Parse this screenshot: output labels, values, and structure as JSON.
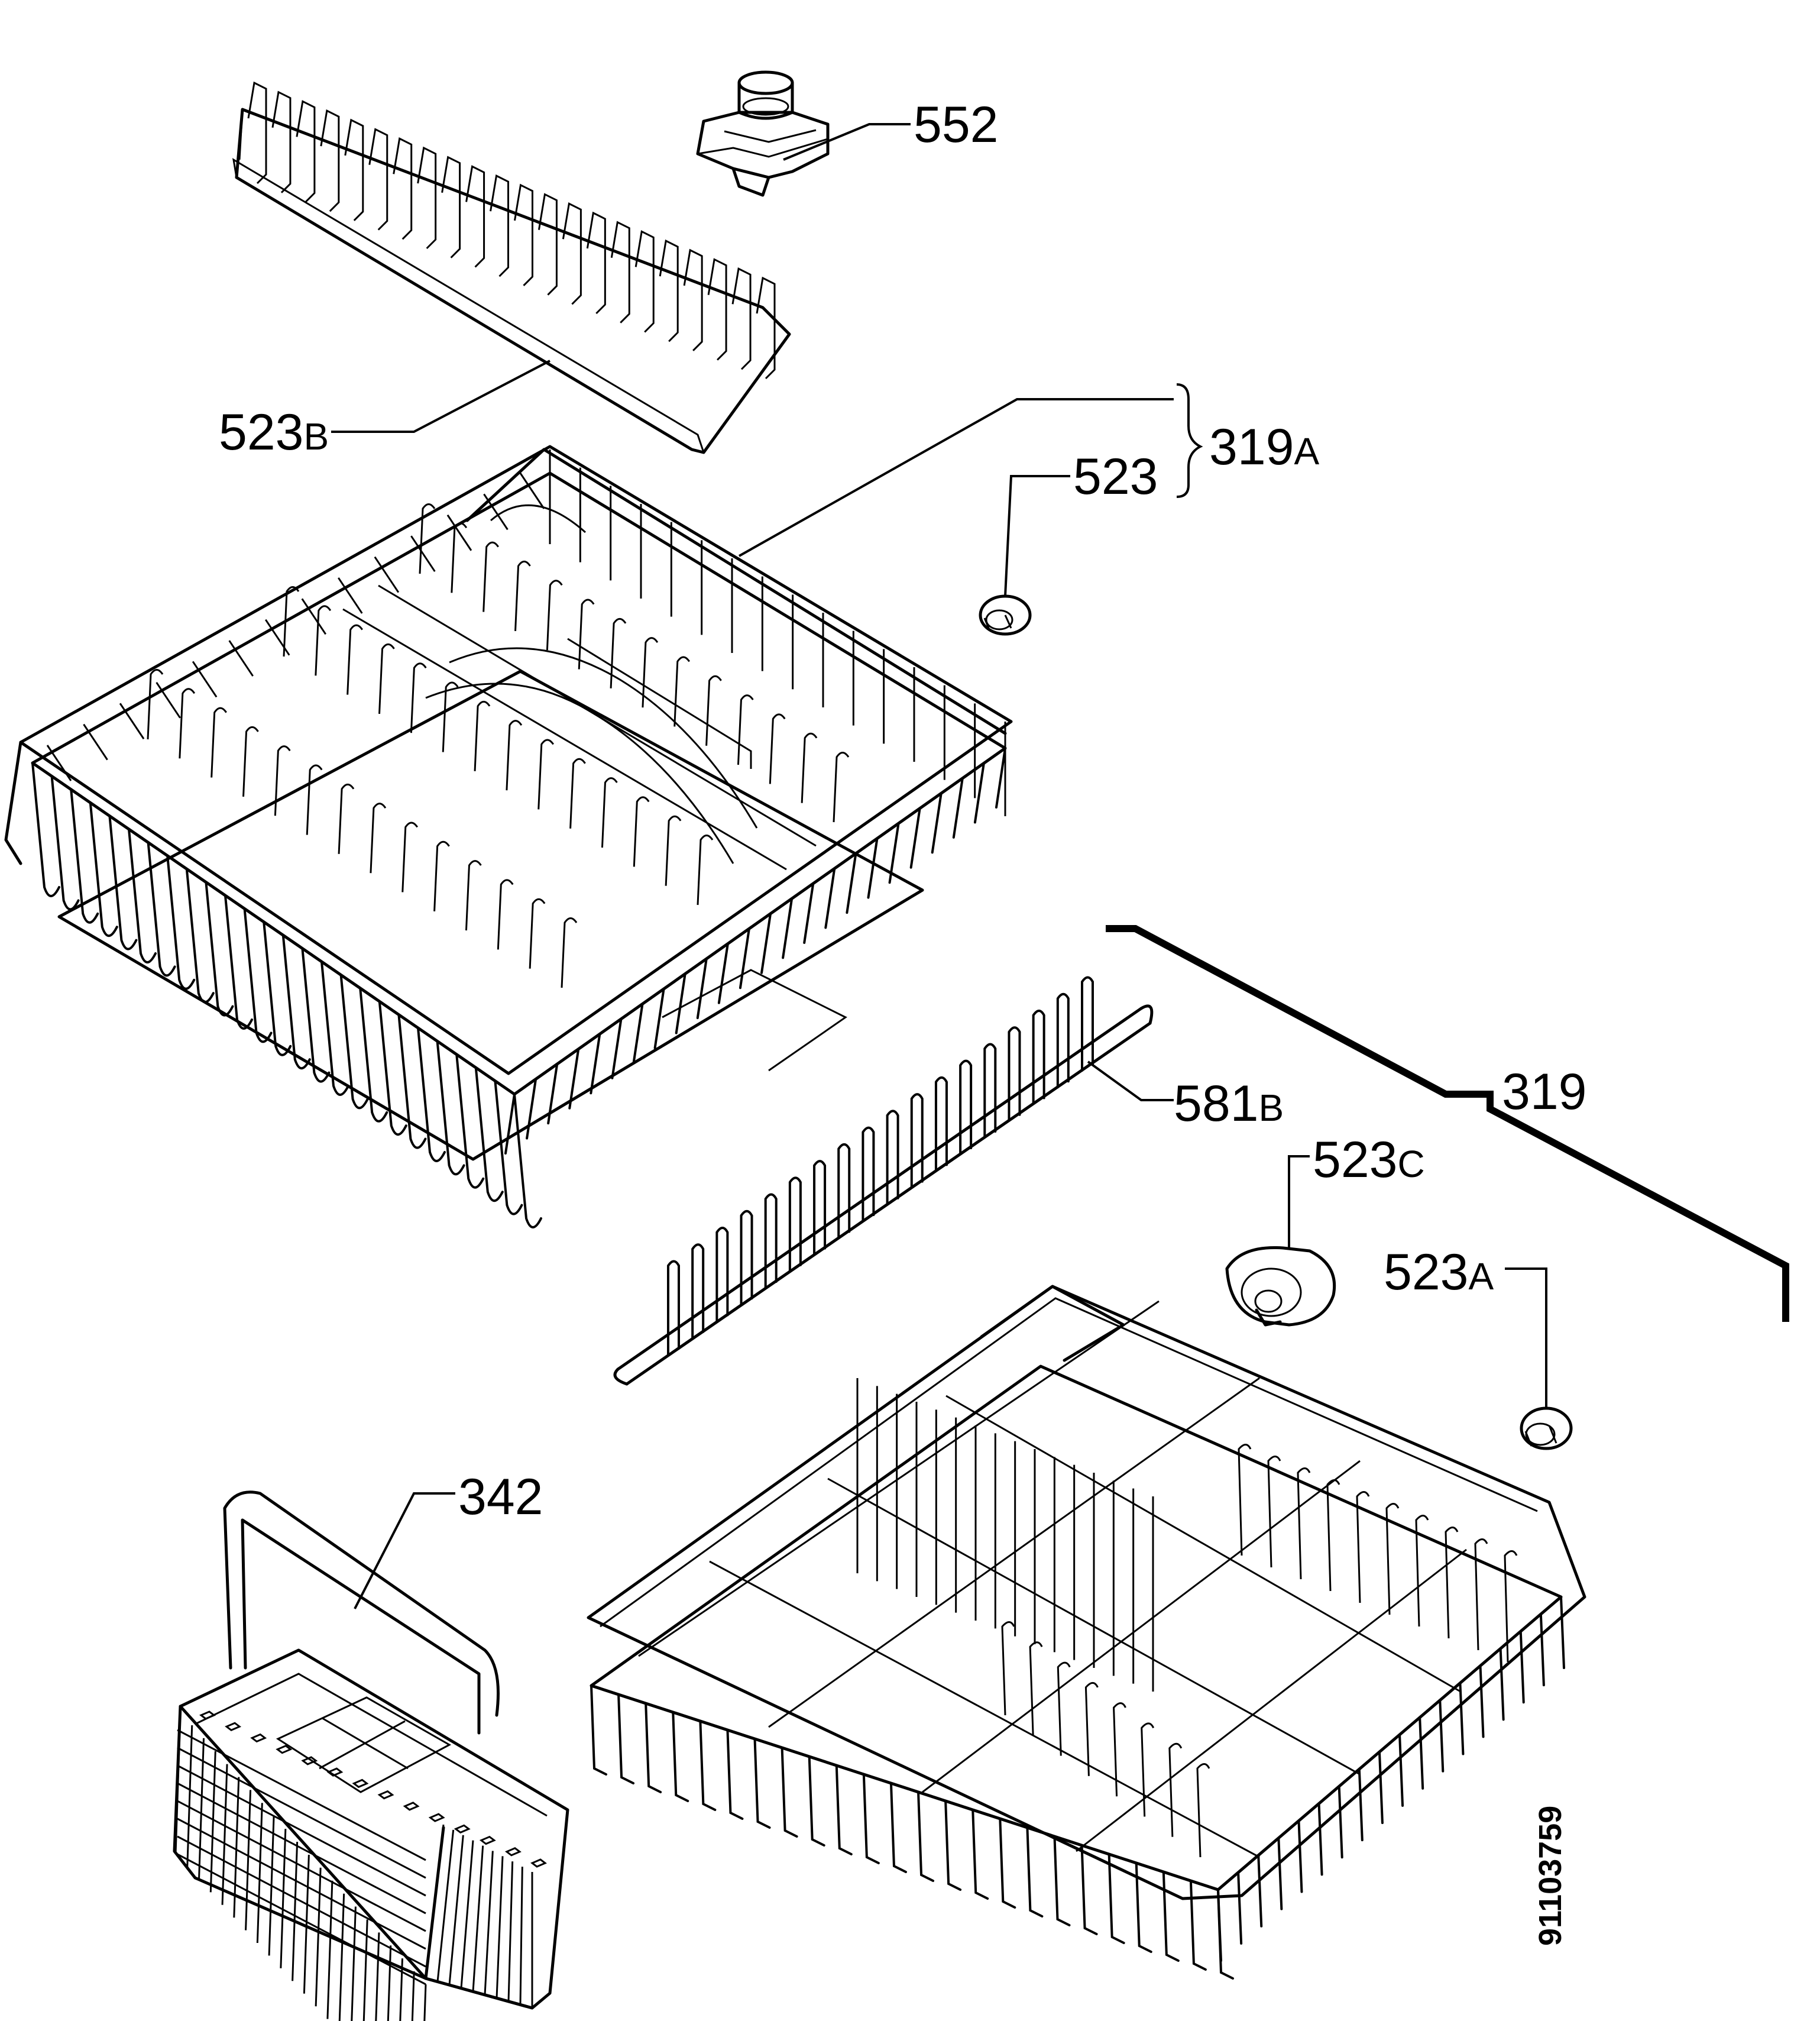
{
  "labels": {
    "p552": {
      "num": "552",
      "suffix": ""
    },
    "p523B": {
      "num": "523",
      "suffix": "B"
    },
    "p319A": {
      "num": "319",
      "suffix": "A"
    },
    "p523": {
      "num": "523",
      "suffix": ""
    },
    "p581B": {
      "num": "581",
      "suffix": "B"
    },
    "p319": {
      "num": "319",
      "suffix": ""
    },
    "p523C": {
      "num": "523",
      "suffix": "C"
    },
    "p523A": {
      "num": "523",
      "suffix": "A"
    },
    "p342": {
      "num": "342",
      "suffix": ""
    }
  },
  "document_number": "91103759"
}
